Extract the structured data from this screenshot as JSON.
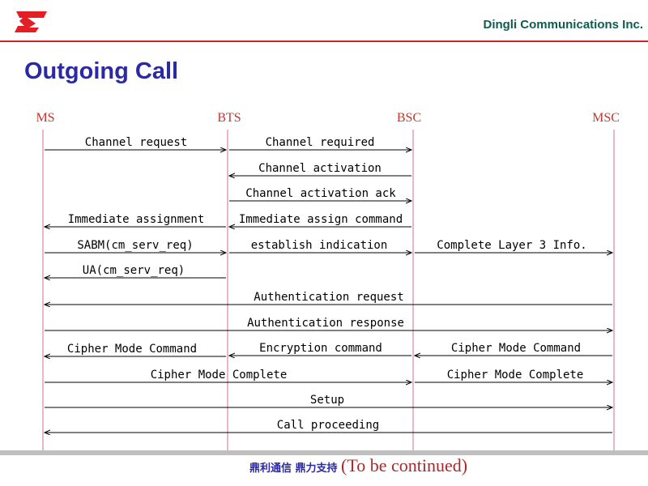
{
  "header": {
    "company": "Dingli Communications Inc.",
    "brand_colors": {
      "logo_red": "#e31e24",
      "company_green": "#0f5c4f",
      "title_blue": "#2b2aa3",
      "rule_red": "#c1272d"
    }
  },
  "title": "Outgoing Call",
  "entities": [
    {
      "id": "ms",
      "label": "MS"
    },
    {
      "id": "bts",
      "label": "BTS"
    },
    {
      "id": "bsc",
      "label": "BSC"
    },
    {
      "id": "msc",
      "label": "MSC"
    }
  ],
  "messages": [
    {
      "from": "ms",
      "to": "bts",
      "label": "Channel request"
    },
    {
      "from": "bts",
      "to": "bsc",
      "label": "Channel required"
    },
    {
      "from": "bsc",
      "to": "bts",
      "label": "Channel activation"
    },
    {
      "from": "bts",
      "to": "bsc",
      "label": "Channel activation ack"
    },
    {
      "from": "bsc",
      "to": "bts",
      "label": "Immediate assign command"
    },
    {
      "from": "bts",
      "to": "ms",
      "label": "Immediate assignment"
    },
    {
      "from": "ms",
      "to": "bts",
      "label": "SABM(cm_serv_req)"
    },
    {
      "from": "bts",
      "to": "bsc",
      "label": "establish indication"
    },
    {
      "from": "bsc",
      "to": "msc",
      "label": "Complete Layer 3 Info."
    },
    {
      "from": "bts",
      "to": "ms",
      "label": "UA(cm_serv_req)"
    },
    {
      "from": "msc",
      "to": "ms",
      "label": "Authentication request"
    },
    {
      "from": "ms",
      "to": "msc",
      "label": "Authentication response"
    },
    {
      "from": "msc",
      "to": "bsc",
      "label": "Cipher Mode Command"
    },
    {
      "from": "bsc",
      "to": "bts",
      "label": "Encryption command"
    },
    {
      "from": "bts",
      "to": "ms",
      "label": "Cipher Mode Command"
    },
    {
      "from": "ms",
      "to": "bsc",
      "label": "Cipher Mode Complete"
    },
    {
      "from": "bsc",
      "to": "msc",
      "label": "Cipher Mode Complete"
    },
    {
      "from": "ms",
      "to": "msc",
      "label": "Setup"
    },
    {
      "from": "msc",
      "to": "ms",
      "label": "Call proceeding"
    }
  ],
  "footer": {
    "slogan": "鼎利通信 鼎力支持",
    "continued": "(To be continued)"
  },
  "colors": {
    "entity_label": "#c0392b",
    "lifeline": "#d48aa3",
    "arrow": "#000000"
  }
}
